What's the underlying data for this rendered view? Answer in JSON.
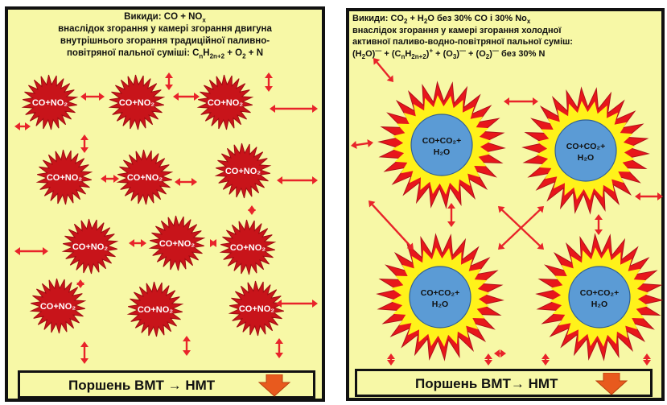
{
  "left_panel": {
    "title_line1_a": "Викиди: CO + NO",
    "title_line1_sub": "x",
    "title_line2": "внаслідок згорання у камері згорання двигуна",
    "title_line3": "внутрішнього згорання традиційної паливно-",
    "title_line4_a": "повітряної пальної суміші: C",
    "title_line4_sub1": "n",
    "title_line4_b": "H",
    "title_line4_sub2": "2n+2",
    "title_line4_c": " +  O",
    "title_line4_sub3": "2",
    "title_line4_d": " + N",
    "burst_label": "CO+NO₂",
    "piston_label": "Поршень ВМТ → НМТ"
  },
  "right_panel": {
    "title_line1_a": "Викиди: CO",
    "title_line1_sub1": "2",
    "title_line1_b": " + H",
    "title_line1_sub2": "2",
    "title_line1_c": "O  без 30% CO і 30% No",
    "title_line1_sub3": "x",
    "title_line2": "внаслідок згорання у камері згорання холодної",
    "title_line3": "активної паливо-водно-повітряної пальної суміш:",
    "title_line4_a": "(H",
    "title_line4_sub1": "2",
    "title_line4_b": "O)",
    "title_line4_sup1": "—",
    "title_line4_c": " + (C",
    "title_line4_sub2": "n",
    "title_line4_d": "H",
    "title_line4_sub3": "2n+2",
    "title_line4_e": ")",
    "title_line4_sup2": "+",
    "title_line4_f": " + (O",
    "title_line4_sub4": "3",
    "title_line4_g": ")",
    "title_line4_sup3": "—",
    "title_line4_h": " + (O",
    "title_line4_sub5": "2",
    "title_line4_i": ")",
    "title_line4_sup4": "—",
    "title_line4_j": " без 30%  N",
    "burst_label_line1": "CO+CO₂+",
    "burst_label_line2": "H₂O",
    "piston_label": "Поршень ВМТ→ НМТ"
  },
  "colors": {
    "panel_bg": "#f7f8a6",
    "burst_dark_red": "#c8141a",
    "flame_red": "#e8161b",
    "flame_yellow": "#fff21a",
    "core_blue": "#5b9bd5",
    "arrow_red": "#e8242a",
    "piston_arrow": "#e85a1e"
  }
}
